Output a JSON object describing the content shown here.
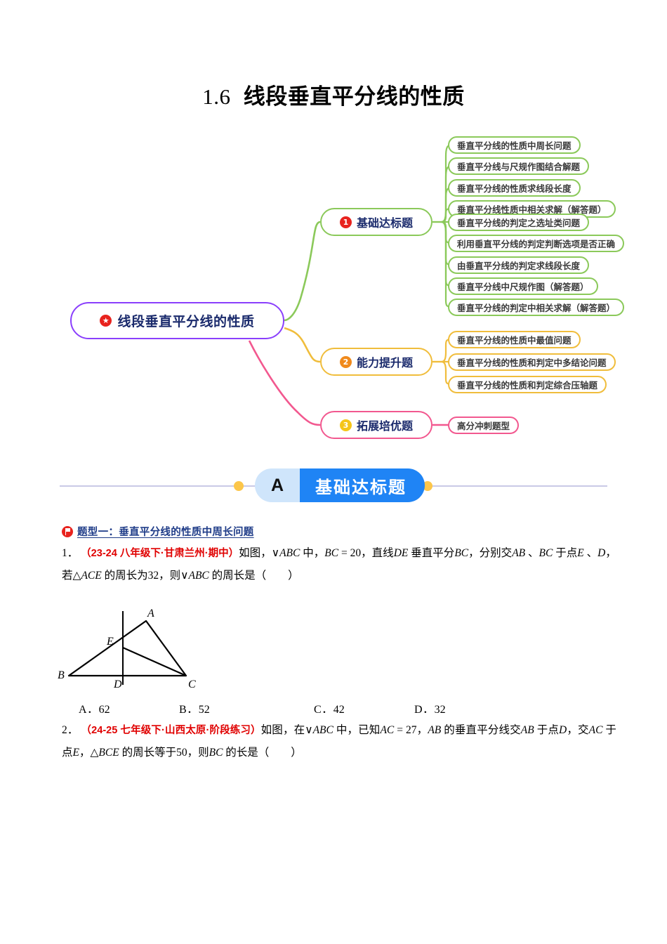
{
  "title": {
    "number": "1.6",
    "text": "线段垂直平分线的性质"
  },
  "mindmap": {
    "root": {
      "label": "线段垂直平分线的性质",
      "icon": "star-icon",
      "color": "#8a3ffc"
    },
    "branches": [
      {
        "index": "1",
        "label": "基础达标题",
        "color": "#8bc95a",
        "badge_color": "#e8231e",
        "leaves": [
          "垂直平分线的性质中周长问题",
          "垂直平分线与尺规作图结合解题",
          "垂直平分线的性质求线段长度",
          "垂直平分线性质中相关求解（解答题）",
          "垂直平分线的判定之选址类问题",
          "利用垂直平分线的判定判断选项是否正确",
          "由垂直平分线的判定求线段长度",
          "垂直平分线中尺规作图（解答题）",
          "垂直平分线的判定中相关求解（解答题）"
        ]
      },
      {
        "index": "2",
        "label": "能力提升题",
        "color": "#f0bd3c",
        "badge_color": "#f08a1c",
        "leaves": [
          "垂直平分线的性质中最值问题",
          "垂直平分线的性质和判定中多结论问题",
          "垂直平分线的性质和判定综合压轴题"
        ]
      },
      {
        "index": "3",
        "label": "拓展培优题",
        "color": "#f2588f",
        "badge_color": "#f5c518",
        "leaves": [
          "高分冲刺题型"
        ]
      }
    ]
  },
  "banner": {
    "letter": "A",
    "label": "基础达标题",
    "pill_color": "#1f84f5",
    "letter_bg": "#cfe5fb",
    "dot_color": "#fcc64a"
  },
  "question_type": {
    "label": "题型一：垂直平分线的性质中周长问题",
    "icon": "flag-icon",
    "color": "#1f3c88"
  },
  "questions": [
    {
      "number": "1．",
      "source": "（23-24 八年级下·甘肃兰州·期中）",
      "body_parts": [
        {
          "t": "text",
          "v": "如图，"
        },
        {
          "t": "tri",
          "v": "∨"
        },
        {
          "t": "math",
          "v": "ABC"
        },
        {
          "t": "text",
          "v": " 中，"
        },
        {
          "t": "math",
          "v": "BC"
        },
        {
          "t": "num",
          "v": " = 20"
        },
        {
          "t": "text",
          "v": "，直线"
        },
        {
          "t": "math",
          "v": "DE"
        },
        {
          "t": "text",
          "v": " 垂直平分"
        },
        {
          "t": "math",
          "v": "BC"
        },
        {
          "t": "text",
          "v": "，分别交"
        },
        {
          "t": "math",
          "v": "AB"
        },
        {
          "t": "text",
          "v": " 、"
        },
        {
          "t": "math",
          "v": "BC"
        },
        {
          "t": "text",
          "v": " 于点"
        },
        {
          "t": "math",
          "v": "E"
        },
        {
          "t": "text",
          "v": " 、"
        },
        {
          "t": "math",
          "v": "D"
        },
        {
          "t": "text",
          "v": "，若"
        },
        {
          "t": "tri",
          "v": "△"
        },
        {
          "t": "math",
          "v": "ACE"
        },
        {
          "t": "text",
          "v": " 的周长为"
        },
        {
          "t": "num",
          "v": "32"
        },
        {
          "t": "text",
          "v": "，则"
        },
        {
          "t": "tri",
          "v": "∨"
        },
        {
          "t": "math",
          "v": "ABC"
        },
        {
          "t": "text",
          "v": " 的周长是（　　）"
        }
      ],
      "figure": {
        "name": "triangle-abc-perpendicular-bisector",
        "labels": [
          "A",
          "E",
          "B",
          "D",
          "C"
        ]
      },
      "options": [
        {
          "label": "A．",
          "value": "62"
        },
        {
          "label": "B．",
          "value": "52"
        },
        {
          "label": "C．",
          "value": "42"
        },
        {
          "label": "D．",
          "value": "32"
        }
      ]
    },
    {
      "number": "2．",
      "source": "（24-25 七年级下·山西太原·阶段练习）",
      "body_parts": [
        {
          "t": "text",
          "v": "如图，在"
        },
        {
          "t": "tri",
          "v": "∨"
        },
        {
          "t": "math",
          "v": "ABC"
        },
        {
          "t": "text",
          "v": " 中，已知"
        },
        {
          "t": "math",
          "v": "AC"
        },
        {
          "t": "num",
          "v": " = 27"
        },
        {
          "t": "text",
          "v": "，"
        },
        {
          "t": "math",
          "v": "AB"
        },
        {
          "t": "text",
          "v": " 的垂直平分线交"
        },
        {
          "t": "math",
          "v": "AB"
        },
        {
          "t": "text",
          "v": " 于点"
        },
        {
          "t": "math",
          "v": "D"
        },
        {
          "t": "text",
          "v": "，交"
        },
        {
          "t": "math",
          "v": "AC"
        },
        {
          "t": "text",
          "v": " 于点"
        },
        {
          "t": "math",
          "v": "E"
        },
        {
          "t": "text",
          "v": "，"
        },
        {
          "t": "tri",
          "v": "△"
        },
        {
          "t": "math",
          "v": "BCE"
        },
        {
          "t": "text",
          "v": " 的周长等于"
        },
        {
          "t": "num",
          "v": "50"
        },
        {
          "t": "text",
          "v": "，则"
        },
        {
          "t": "math",
          "v": "BC"
        },
        {
          "t": "text",
          "v": " 的长是（　　）"
        }
      ],
      "options": []
    }
  ]
}
